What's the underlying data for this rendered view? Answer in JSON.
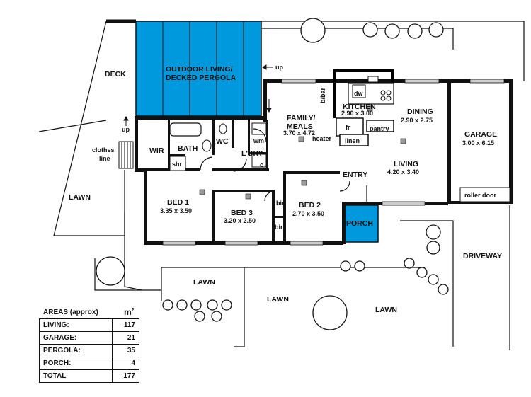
{
  "rooms": {
    "deck": "DECK",
    "outdoor_living": [
      "OUTDOOR LIVING/",
      "DECKED PERGOLA"
    ],
    "up_top": "up",
    "up_left": "up",
    "clothes_line": [
      "clothes",
      "line"
    ],
    "lawn_left": "LAWN",
    "wir": "WIR",
    "bath": "BATH",
    "shr": "shr",
    "wc": "WC",
    "wm": "wm",
    "ldry": "L'DRY",
    "c": "c",
    "family": [
      "FAMILY/",
      "MEALS",
      "3.70 x 4.72"
    ],
    "heater": "heater",
    "bbar": "b/bar",
    "kitchen": [
      "KITCHEN",
      "2.90 x 3.00"
    ],
    "dw": "dw",
    "fr": "fr",
    "pantry": "pantry",
    "linen": "linen",
    "dining": [
      "DINING",
      "2.90 x 2.75"
    ],
    "garage": [
      "GARAGE",
      "3.00 x 6.15"
    ],
    "roller_door": "roller door",
    "entry": "ENTRY",
    "living": [
      "LIVING",
      "4.20 x 3.40"
    ],
    "bed1": [
      "BED 1",
      "3.35 x 3.50"
    ],
    "bed3": [
      "BED 3",
      "3.20 x 2.50"
    ],
    "bir1": "bir",
    "bir2": "bir",
    "bed2": [
      "BED 2",
      "2.70 x 3.50"
    ],
    "porch": "PORCH",
    "driveway": "DRIVEWAY",
    "lawn_mid": "LAWN",
    "lawn_center": "LAWN",
    "lawn_right": "LAWN"
  },
  "areas_table": {
    "title": "AREAS (approx)",
    "unit": "m",
    "unit_sup": "2",
    "rows": [
      {
        "label": "LIVING:",
        "value": "117"
      },
      {
        "label": "GARAGE:",
        "value": "21"
      },
      {
        "label": "PERGOLA:",
        "value": "35"
      },
      {
        "label": "PORCH:",
        "value": "4"
      }
    ],
    "total_label": "TOTAL",
    "total_value": "177"
  },
  "colors": {
    "outdoor_fill": "#0099dd",
    "porch_fill": "#0099dd",
    "wall": "#111111"
  }
}
